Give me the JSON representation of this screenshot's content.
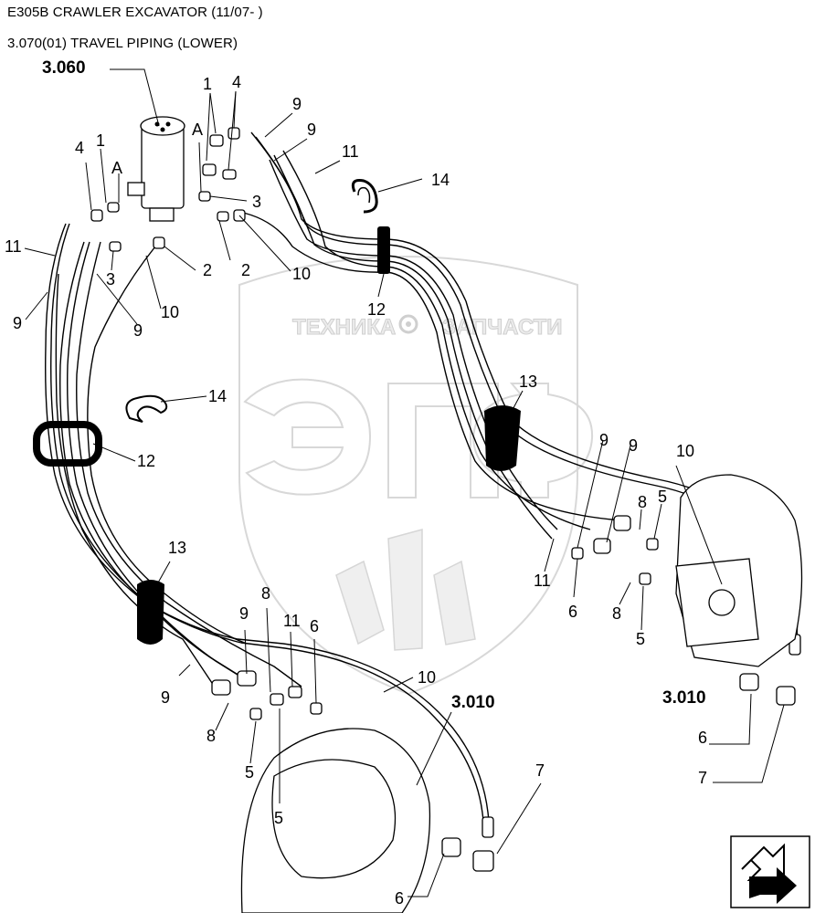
{
  "header": {
    "title": "E305B CRAWLER EXCAVATOR (11/07- )",
    "subtitle": "3.070(01) TRAVEL PIPING (LOWER)"
  },
  "watermark": {
    "left_text": "ТЕХНИКА",
    "right_text": "ЗАПЧАСТИ",
    "logo_letters": "ЭПФ"
  },
  "callouts": {
    "swivel_ref": "3.060",
    "c1_top": "1",
    "c4_top": "4",
    "cA_top": "A",
    "c9_top1": "9",
    "c9_top2": "9",
    "c11_top": "11",
    "c14_top": "14",
    "c4_left": "4",
    "c1_left": "1",
    "cA_left": "A",
    "c3_mid": "3",
    "c11_left": "11",
    "c3_left": "3",
    "c2_mid": "2",
    "c2_left": "2",
    "c10_mid": "10",
    "c9_left": "9",
    "c9_left2": "9",
    "c10_left": "10",
    "c12_top": "12",
    "c14_mid": "14",
    "c13_right": "13",
    "c12_left": "12",
    "c9_r1": "9",
    "c9_r2": "9",
    "c10_r": "10",
    "c8_r": "8",
    "c5_r": "5",
    "c11_r": "11",
    "c6_r": "6",
    "c8_r2": "8",
    "c5_r2": "5",
    "motor_ref_right": "3.010",
    "c6_rb": "6",
    "c7_rb": "7",
    "c13_left": "13",
    "c9_b1": "9",
    "c8_b1": "8",
    "c11_b": "11",
    "c6_b": "6",
    "c10_b": "10",
    "c9_b2": "9",
    "motor_ref_bottom": "3.010",
    "c8_b2": "8",
    "c5_b1": "5",
    "c5_b2": "5",
    "c7_b": "7",
    "c6_bb": "6"
  },
  "navigation": {
    "icon": "arrow-icon"
  }
}
